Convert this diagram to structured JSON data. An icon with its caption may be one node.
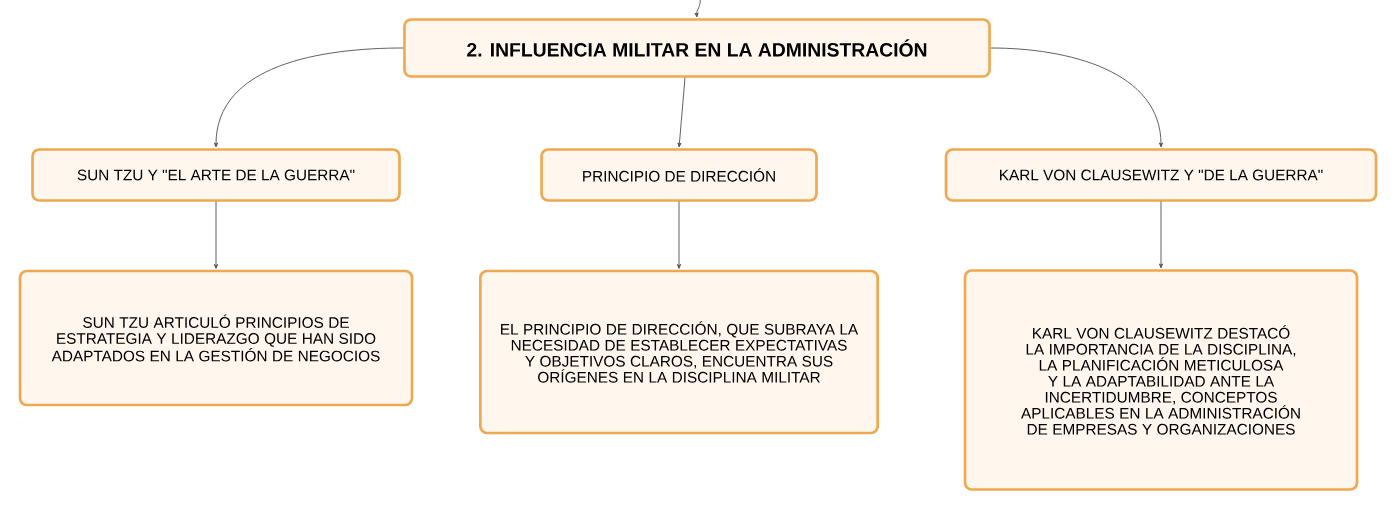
{
  "diagram": {
    "nodes": [
      {
        "text": [
          "2. INFLUENCIA MILITAR EN LA ADMINISTRACIÓN"
        ]
      },
      {
        "text": [
          "SUN TZU Y \"EL ARTE DE LA GUERRA\""
        ]
      },
      {
        "text": [
          "PRINCIPIO DE DIRECCIÓN"
        ]
      },
      {
        "text": [
          "KARL VON CLAUSEWITZ Y \"DE LA GUERRA\""
        ]
      },
      {
        "text": [
          "SUN TZU ARTICULÓ PRINCIPIOS DE ESTRATEGIA Y LIDERAZGO QUE HAN SIDO ADAPTADOS EN LA GESTIÓN DE NEGOCIOS"
        ]
      },
      {
        "text": [
          "EL PRINCIPIO DE DIRECCIÓN, QUE SUBRAYA LA NECESIDAD DE ESTABLECER EXPECTATIVAS Y OBJETIVOS CLAROS, ENCUENTRA SUS ORÍGENES EN LA DISCIPLINA MILITAR"
        ]
      },
      {
        "text": [
          "KARL VON CLAUSEWITZ DESTACÓ LA IMPORTANCIA DE LA DISCIPLINA, LA PLANIFICACIÓN METICULOSA Y LA ADAPTABILIDAD ANTE LA INCERTIDUMBRE, CONCEPTOS APLICABLES EN LA ADMINISTRACIÓN DE EMPRESAS Y ORGANIZACIONES"
        ]
      }
    ],
    "edges": [
      {
        "from": null,
        "to": 0,
        "arrow": "to"
      },
      {
        "from": 0,
        "to": 1,
        "arrow": "to"
      },
      {
        "from": 0,
        "to": 2,
        "arrow": "to"
      },
      {
        "from": 0,
        "to": 3,
        "arrow": "to"
      },
      {
        "from": 1,
        "to": 4,
        "arrow": "to"
      },
      {
        "from": 2,
        "to": 5,
        "arrow": "to"
      },
      {
        "from": 3,
        "to": 6,
        "arrow": "to"
      }
    ]
  }
}
